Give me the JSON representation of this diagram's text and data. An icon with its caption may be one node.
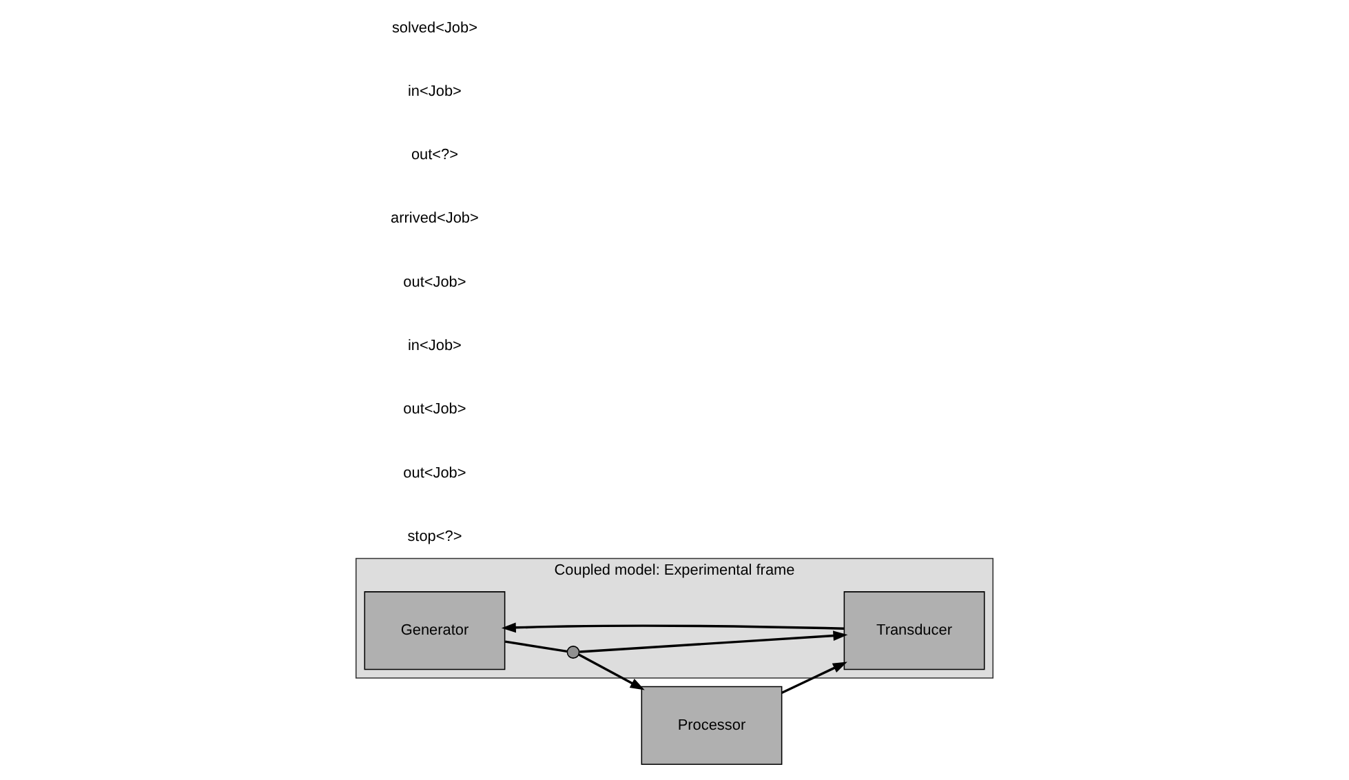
{
  "diagram": {
    "nodes": [
      {
        "text": [
          "Coupled model: Experimental frame"
        ]
      },
      {
        "text": [
          "Generator"
        ],
        "in": 0
      },
      {
        "text": [
          "Transducer"
        ],
        "in": 0
      },
      {
        "text": [
          "Processor"
        ]
      },
      {
        "text": [],
        "shape": "circle",
        "in": 0
      }
    ],
    "edges": [
      {
        "from": 1,
        "to": 4,
        "arrow": "none"
      },
      {
        "from": 4,
        "to": 3,
        "arrow": "to"
      },
      {
        "from": 4,
        "to": 2,
        "arrow": "to"
      },
      {
        "from": 2,
        "to": 1,
        "arrow": "to"
      },
      {
        "from": 3,
        "to": 2,
        "arrow": "to"
      }
    ],
    "labels": [
      "stop<?>",
      "out<Job>",
      "out<Job>",
      "in<Job>",
      "out<Job>",
      "arrived<Job>",
      "out<?>",
      "in<Job>",
      "solved<Job>"
    ]
  }
}
